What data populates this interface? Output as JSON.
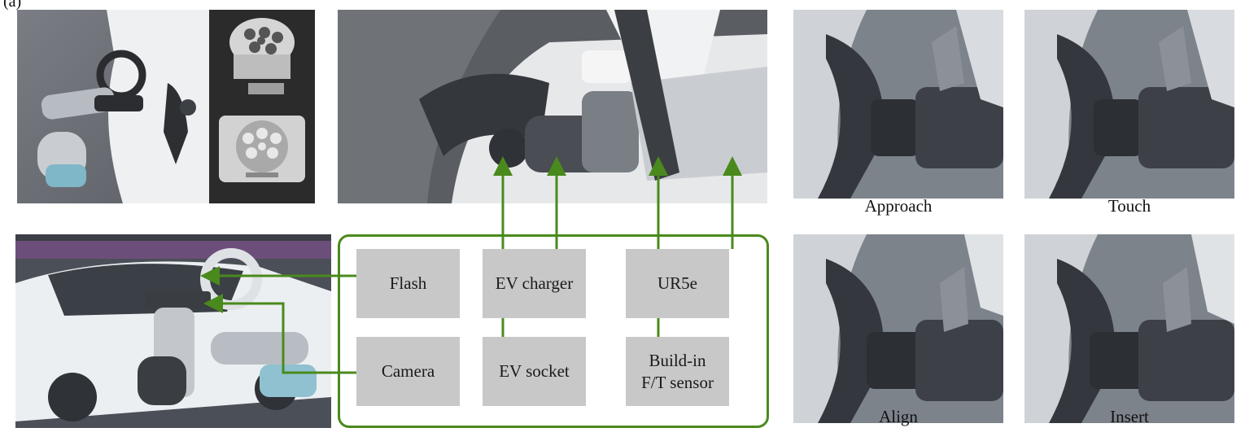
{
  "figure": {
    "panel_label": "(a)"
  },
  "modules": {
    "flash": "Flash",
    "ev_charger": "EV charger",
    "ur5e": "UR5e",
    "camera": "Camera",
    "ev_socket": "EV socket",
    "ft_sensor_line1": "Build-in",
    "ft_sensor_line2": "F/T sensor"
  },
  "stages": {
    "approach": "Approach",
    "touch": "Touch",
    "align": "Align",
    "insert": "Insert"
  },
  "colors": {
    "connector_green": "#4a8a1c",
    "module_fill": "#c8c8c8",
    "car_white": "#e9ecef",
    "robot_gray": "#9aa0a6",
    "plug_dark": "#3a3d42"
  },
  "icons": {
    "socket_model": "ev-socket-3d-icon",
    "plug_model": "ev-plug-3d-icon"
  }
}
